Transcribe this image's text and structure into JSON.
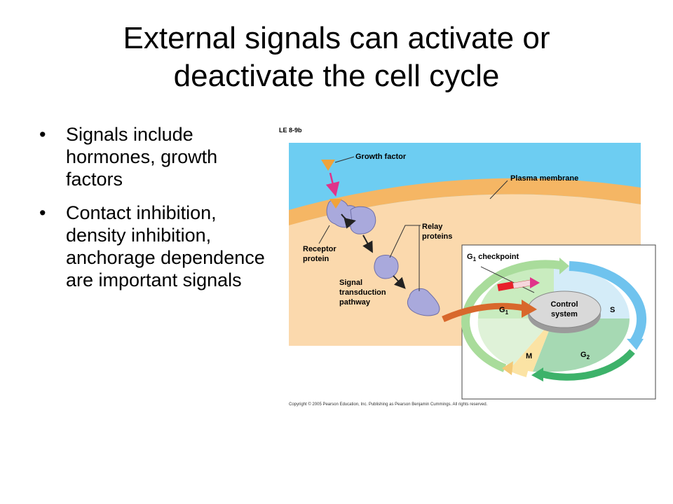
{
  "slide": {
    "title_line1": "External signals can activate or",
    "title_line2": "deactivate the cell cycle",
    "bullets": [
      {
        "symbol": "•",
        "text": "Signals include hormones, growth factors"
      },
      {
        "symbol": "•",
        "text": "Contact inhibition, density inhibition, anchorage dependence are important signals"
      }
    ]
  },
  "figure": {
    "figure_id": "LE 8-9b",
    "labels": {
      "growth_factor": "Growth factor",
      "plasma_membrane": "Plasma membrane",
      "relay_line1": "Relay",
      "relay_line2": "proteins",
      "receptor_line1": "Receptor",
      "receptor_line2": "protein",
      "signal_line1": "Signal",
      "signal_line2": "transduction",
      "signal_line3": "pathway",
      "checkpoint": "G",
      "checkpoint_sub": "1",
      "checkpoint_rest": " checkpoint",
      "control_line1": "Control",
      "control_line2": "system",
      "g1": "G",
      "g1_sub": "1",
      "s": "S",
      "m": "M",
      "g2": "G",
      "g2_sub": "2"
    },
    "copyright": "Copyright © 2005 Pearson Education, Inc. Publishing as Pearson Benjamin Cummings. All rights reserved.",
    "colors": {
      "extracellular": "#6dcdf2",
      "membrane": "#f5b664",
      "cytoplasm": "#fbd9ad",
      "protein": "#a9a9dc",
      "growth_factor": "#f0a33a",
      "signal_arrow": "#e0338a",
      "transduction_arrow": "#d8682c",
      "g1_phase": "#a9dc9b",
      "s_phase": "#6fc3ee",
      "g2_phase": "#3db26a",
      "m_phase": "#fbe3a4",
      "checkpoint_bar": "#e8202a"
    }
  }
}
